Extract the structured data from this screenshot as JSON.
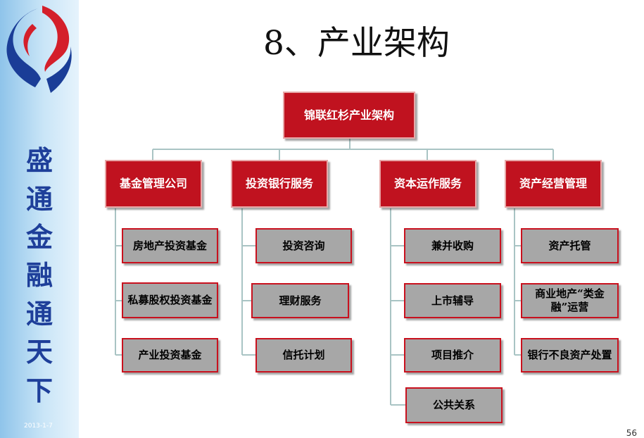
{
  "title": "8、产业架构",
  "sidebar": {
    "slogan": [
      "盛",
      "通",
      "金",
      "融",
      "通",
      "天",
      "下"
    ],
    "date": "2013-1-7"
  },
  "page_number": "56",
  "org": {
    "root": "锦联红杉产业架构",
    "branches": [
      {
        "label": "基金管理公司",
        "children": [
          "房地产投资基金",
          "私募股权投资基金",
          "产业投资基金"
        ]
      },
      {
        "label": "投资银行服务",
        "children": [
          "投资咨询",
          "理财服务",
          "信托计划"
        ]
      },
      {
        "label": "资本运作服务",
        "children": [
          "兼并收购",
          "上市辅导",
          "项目推介",
          "公共关系"
        ]
      },
      {
        "label": "资产经营管理",
        "children": [
          "资产托管",
          "商业地产“类金融”运营",
          "银行不良资产处置"
        ]
      }
    ]
  },
  "colors": {
    "accent_red": "#c0121f",
    "node_gray": "#a7a7a7",
    "connector": "#a9c4c4",
    "slogan": "#1e3f9a"
  }
}
